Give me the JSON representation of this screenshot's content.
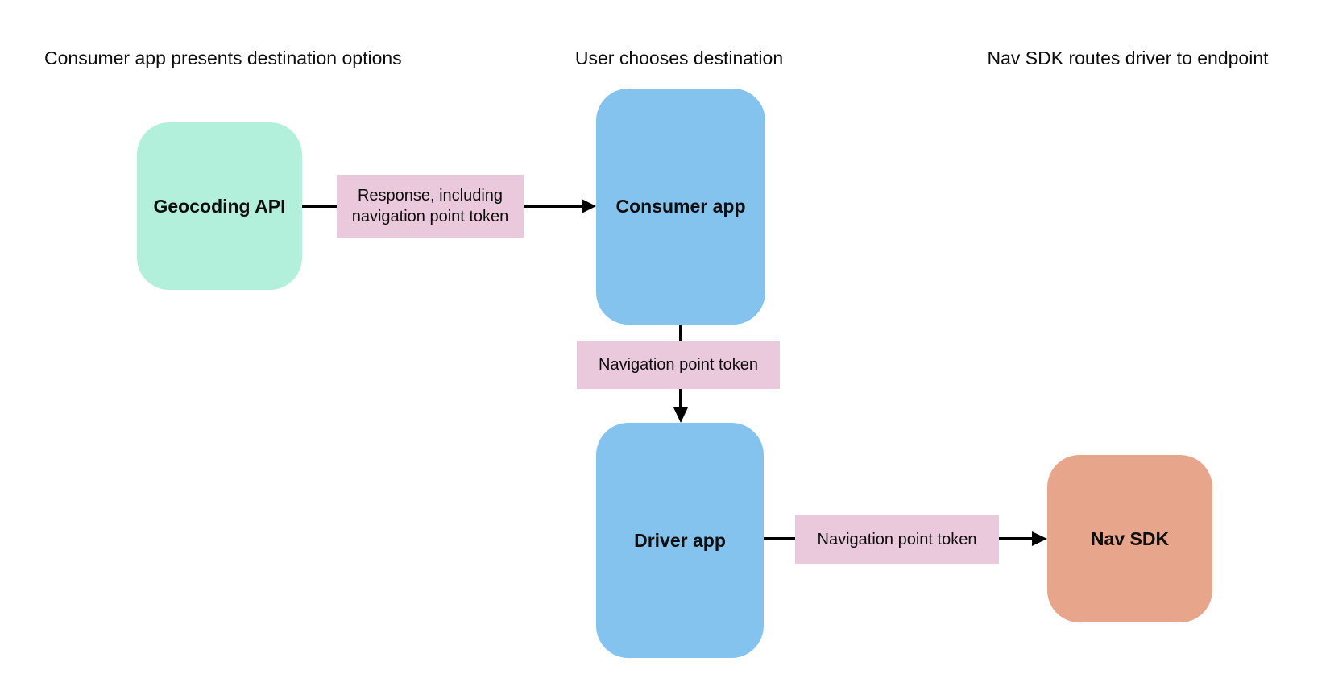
{
  "diagram": {
    "stage_headers": [
      "Consumer app presents destination options",
      "User chooses destination",
      "Nav SDK routes driver to endpoint"
    ],
    "nodes": [
      {
        "id": "geocoding-api",
        "label": "Geocoding API",
        "fill": "#b2f0dc"
      },
      {
        "id": "consumer-app",
        "label": "Consumer app",
        "fill": "#84c3ee"
      },
      {
        "id": "driver-app",
        "label": "Driver app",
        "fill": "#84c3ee"
      },
      {
        "id": "nav-sdk",
        "label": "Nav SDK",
        "fill": "#e7a68b"
      }
    ],
    "edges": [
      {
        "from": "Geocoding API",
        "to": "Consumer app",
        "label": "Response, including navigation point token"
      },
      {
        "from": "Consumer app",
        "to": "Driver app",
        "label": "Navigation point token"
      },
      {
        "from": "Driver app",
        "to": "Nav SDK",
        "label": "Navigation point token"
      }
    ],
    "colors": {
      "edge_label_bg": "#ebc9dc",
      "arrow": "#000000",
      "background": "#ffffff"
    }
  }
}
